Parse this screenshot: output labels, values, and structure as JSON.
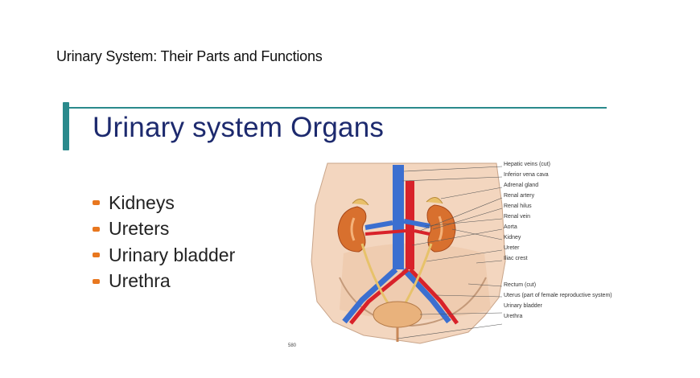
{
  "page": {
    "heading": "Urinary System: Their Parts and Functions"
  },
  "slide": {
    "title": "Urinary system Organs",
    "bullets": [
      "Kidneys",
      "Ureters",
      "Urinary bladder",
      "Urethra"
    ]
  },
  "figure": {
    "labels_upper": [
      "Hepatic veins (cut)",
      "Inferior vena cava",
      "Adrenal gland",
      "Renal artery",
      "Renal hilus",
      "Renal vein",
      "Aorta",
      "Kidney",
      "Ureter",
      "Iliac crest"
    ],
    "labels_lower": [
      "Rectum (cut)",
      "Uterus (part of female reproductive system)",
      "Urinary bladder",
      "Urethra"
    ],
    "page_number": "580"
  },
  "colors": {
    "accent_bar": "#2a8a8c",
    "title": "#1d2a6e",
    "bullet": "#e8771f"
  }
}
